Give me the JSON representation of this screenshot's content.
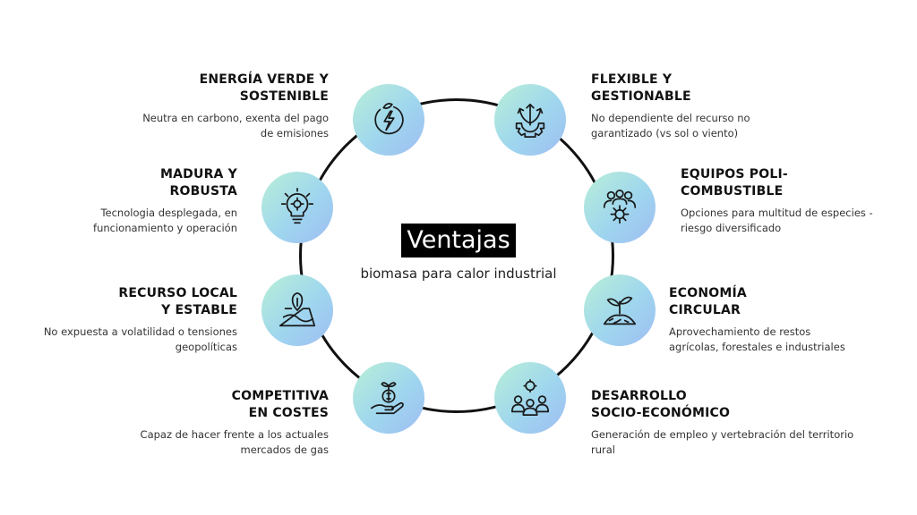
{
  "center": {
    "title": "Ventajas",
    "subtitle": "biomasa para calor industrial"
  },
  "items": [
    {
      "title1": "ENERGÍA VERDE Y",
      "title2": "SOSTENIBLE",
      "desc1": "Neutra en carbono, exenta del pago",
      "desc2": "de emisiones",
      "icon": "leaf-lightning-icon"
    },
    {
      "title1": "MADURA Y",
      "title2": "ROBUSTA",
      "desc1": "Tecnologia desplegada, en",
      "desc2": "funcionamiento y operación",
      "icon": "lightbulb-gear-icon"
    },
    {
      "title1": "RECURSO LOCAL",
      "title2": "Y ESTABLE",
      "desc1": "No expuesta a volatilidad o tensiones",
      "desc2": "geopolíticas",
      "icon": "map-pin-leaf-icon"
    },
    {
      "title1": "COMPETITIVA",
      "title2": "EN COSTES",
      "desc1": "Capaz de hacer frente a los actuales",
      "desc2": "mercados de gas",
      "icon": "hand-coin-plant-icon"
    },
    {
      "title1": "FLEXIBLE Y",
      "title2": "GESTIONABLE",
      "desc1": "No dependiente del recurso no",
      "desc2": "garantizado (vs sol o viento)",
      "icon": "gear-arrows-icon"
    },
    {
      "title1": "EQUIPOS POLI-",
      "title2": "COMBUSTIBLE",
      "desc1": "Opciones para multitud de especies -",
      "desc2": "riesgo diversificado",
      "icon": "people-gear-icon"
    },
    {
      "title1": "ECONOMÍA",
      "title2": "CIRCULAR",
      "desc1": "Aprovechamiento de restos",
      "desc2": "agrícolas, forestales e industriales",
      "icon": "sprout-biomass-icon"
    },
    {
      "title1": "DESARROLLO",
      "title2": "SOCIO-ECONÓMICO",
      "desc1": "Generación de empleo y vertebración del territorio",
      "desc2": "rural",
      "icon": "team-gear-icon"
    }
  ]
}
